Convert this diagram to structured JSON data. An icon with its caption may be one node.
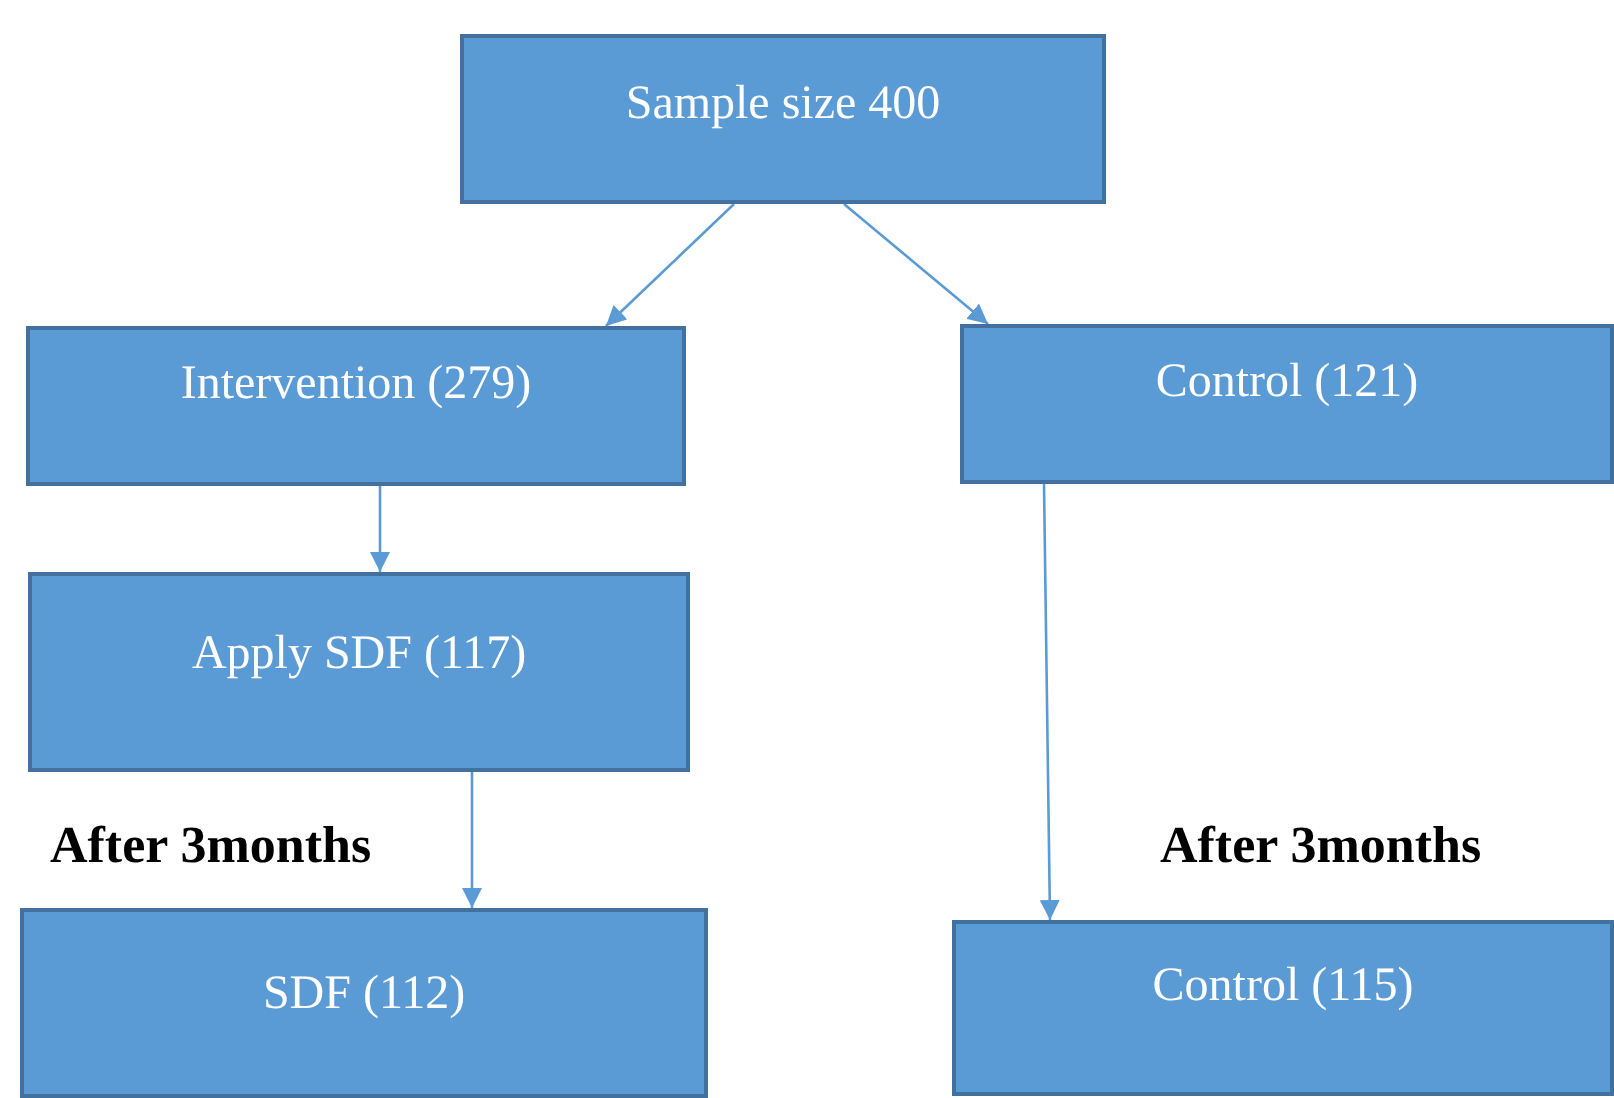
{
  "diagram": {
    "nodes": [
      {
        "text": [
          "Sample size 400"
        ]
      },
      {
        "text": [
          "Intervention (279)"
        ]
      },
      {
        "text": [
          "Control (121)"
        ]
      },
      {
        "text": [
          "Apply SDF (117)"
        ]
      },
      {
        "text": [
          "SDF (112)"
        ]
      },
      {
        "text": [
          "Control (115)"
        ]
      }
    ],
    "edges": [
      {
        "from": 0,
        "to": 1,
        "arrow": "to"
      },
      {
        "from": 0,
        "to": 2,
        "arrow": "to"
      },
      {
        "from": 1,
        "to": 3,
        "arrow": "to"
      },
      {
        "from": 3,
        "to": 4,
        "arrow": "to"
      },
      {
        "from": 2,
        "to": 5,
        "arrow": "to"
      }
    ],
    "labels": [
      "After 3months",
      "After 3months"
    ]
  }
}
